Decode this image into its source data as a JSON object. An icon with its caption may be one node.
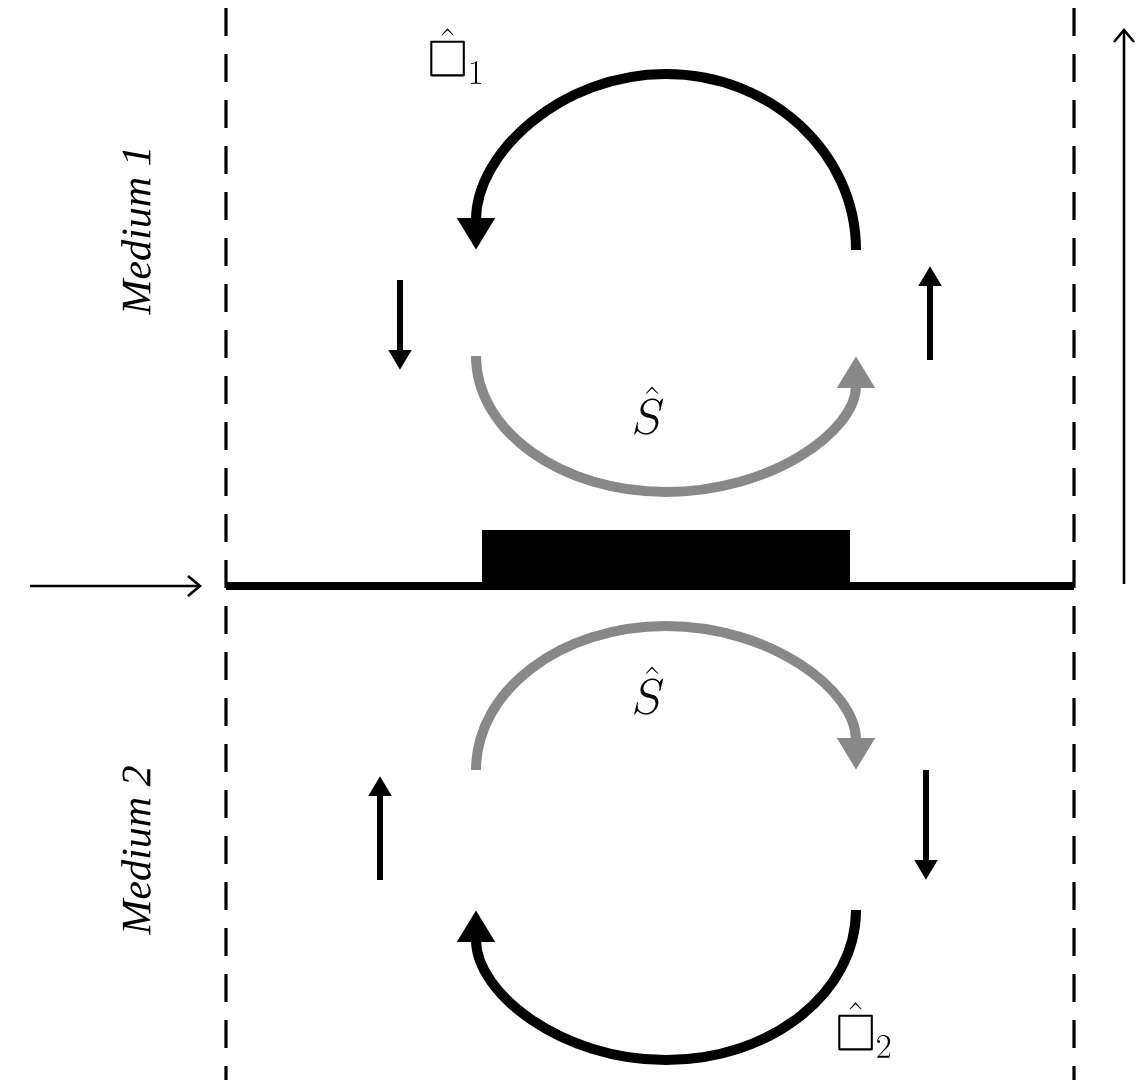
{
  "diagram": {
    "labels": [
      "Medium 1",
      "\\hat{\\square}_1",
      "\\hat{S}",
      "\\hat{S}",
      "Medium 2",
      "\\hat{\\square}_2"
    ]
  }
}
